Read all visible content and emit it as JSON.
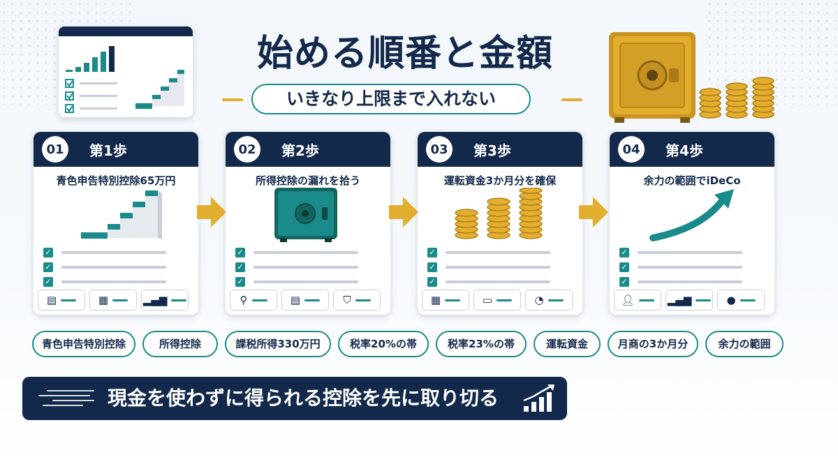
{
  "title": "始める順番と金額",
  "subtitle": "いきなり上限まで入れない",
  "steps": [
    {
      "num": "01",
      "label": "第1歩",
      "text": "青色申告特別控除65万円"
    },
    {
      "num": "02",
      "label": "第2歩",
      "text": "所得控除の漏れを拾う"
    },
    {
      "num": "03",
      "label": "第3歩",
      "text": "運転資金3か月分を確保"
    },
    {
      "num": "04",
      "label": "第4歩",
      "text": "余力の範囲でiDeCo"
    }
  ],
  "tags": [
    "青色申告特別控除",
    "所得控除",
    "課税所得330万円",
    "税率20%の帯",
    "税率23%の帯",
    "運転資金",
    "月商の3か月分",
    "余力の範囲"
  ],
  "banner": "現金を使わずに得られる控除を先に取り切る",
  "colors": {
    "navy": "#13294b",
    "teal": "#1a8a8a",
    "gold": "#e3ad2e"
  },
  "icons": {
    "step1": [
      "document-icon",
      "calculator-icon",
      "bar-chart-icon"
    ],
    "step2": [
      "search-icon",
      "clipboard-icon",
      "shield-icon"
    ],
    "step3": [
      "calendar-icon",
      "money-icon",
      "pie-chart-icon"
    ],
    "step4": [
      "person-icon",
      "bar-chart-icon",
      "piggy-bank-icon"
    ]
  }
}
